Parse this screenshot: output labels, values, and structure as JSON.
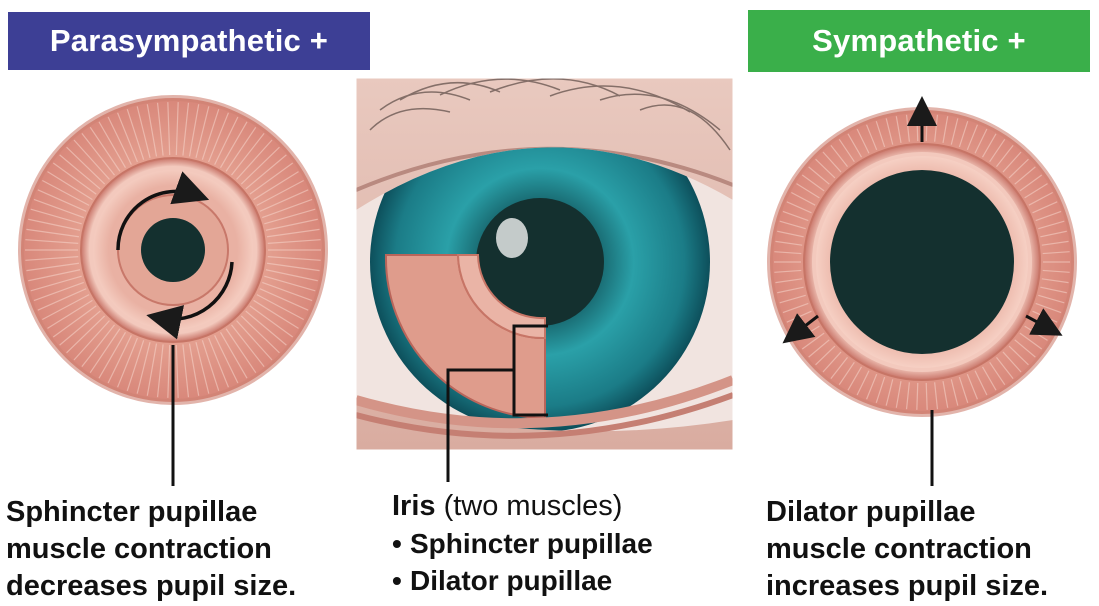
{
  "banners": {
    "left": {
      "label": "Parasympathetic +",
      "color": "#3d3f95"
    },
    "right": {
      "label": "Sympathetic +",
      "color": "#3aaf4a"
    }
  },
  "captions": {
    "left": [
      "Sphincter pupillae",
      "muscle contraction",
      "decreases pupil size."
    ],
    "right": [
      "Dilator pupillae",
      "muscle contraction",
      "increases pupil size."
    ],
    "middle": {
      "title_bold": "Iris",
      "title_rest": " (two muscles)",
      "bullets": [
        "Sphincter pupillae",
        "Dilator pupillae"
      ]
    }
  },
  "colors": {
    "muscle": "#d98a7a",
    "muscle_dark": "#b9655a",
    "pupil": "#14302f",
    "iris": "#1f8a95",
    "sclera": "#f2e4df"
  }
}
